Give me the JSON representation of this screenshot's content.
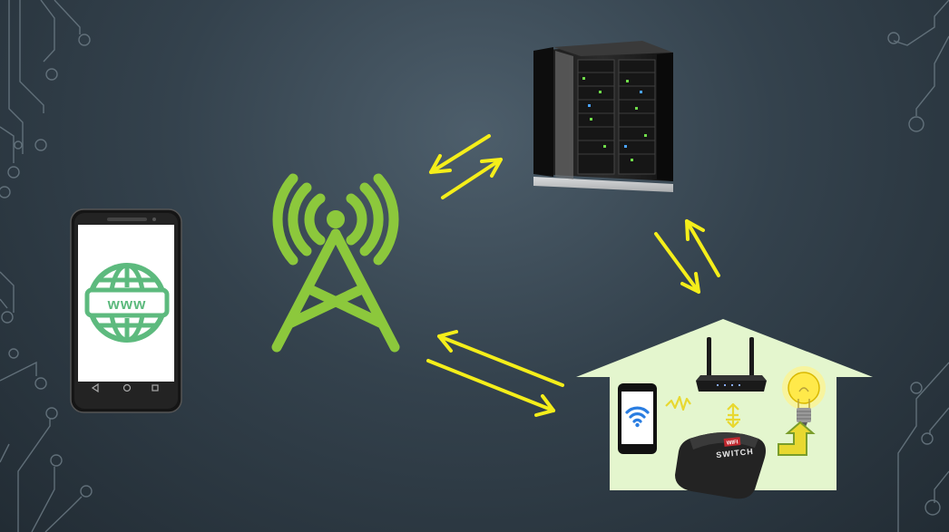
{
  "colors": {
    "arrow": "#f5ee1a",
    "tower": "#8cc83c",
    "house_fill": "#e4f6ce",
    "globe": "#5dba7e",
    "wifi": "#2a7de1"
  },
  "phone_screen": {
    "globe_label": "www",
    "icon": "globe-www-icon"
  },
  "smart_switch": {
    "brand_badge": "WIFI",
    "label": "SWITCH"
  },
  "icons": {
    "tower": "cell-tower-icon",
    "server": "server-rack-icon",
    "house": "smart-home-icon",
    "router": "wifi-router-icon",
    "bulb": "light-bulb-icon"
  }
}
